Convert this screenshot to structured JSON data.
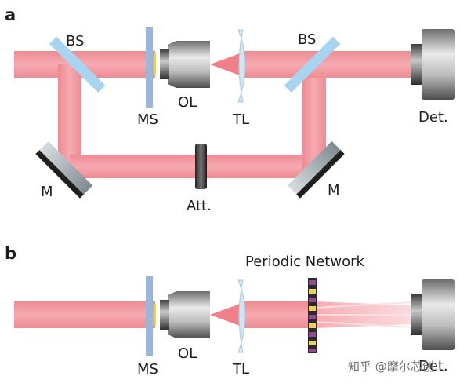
{
  "panel_a": {
    "letter": "a",
    "labels": {
      "bs_left": "BS",
      "bs_right": "BS",
      "ms": "MS",
      "ol": "OL",
      "tl": "TL",
      "det": "Det.",
      "m_left": "M",
      "m_right": "M",
      "att": "Att."
    }
  },
  "panel_b": {
    "letter": "b",
    "title": "Periodic Network",
    "labels": {
      "ms": "MS",
      "ol": "OL",
      "tl": "TL",
      "det": "Det."
    }
  },
  "watermark": "知乎 @摩尔芯创",
  "colors": {
    "beam": "#ef8f96",
    "beam_core": "#f6b3b8",
    "splitter": "#9fd0ec",
    "metasurface": "#9ab6d9",
    "lens": "#cfe6f5",
    "network_dark": "#2a2a2a",
    "network_purple": "#8e4b8e",
    "network_yellow": "#e8d168"
  }
}
